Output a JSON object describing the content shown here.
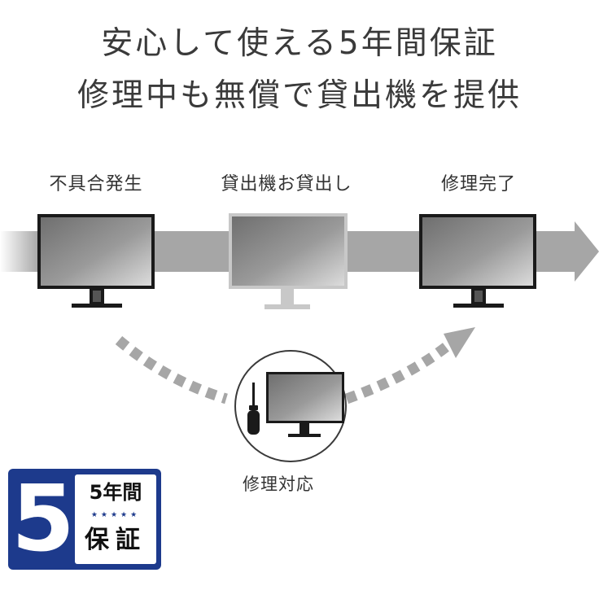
{
  "headline": {
    "line1": "安心して使える5年間保証",
    "line2": "修理中も無償で貸出機を提供"
  },
  "steps": [
    {
      "label": "不具合発生"
    },
    {
      "label": "貸出機お貸出し"
    },
    {
      "label": "修理完了"
    }
  ],
  "repair": {
    "label": "修理対応"
  },
  "badge": {
    "number": "5",
    "line1": "5年間",
    "stars": "★★★★★",
    "line2": "保証"
  },
  "colors": {
    "badge_blue": "#1d3a8c",
    "arrow_gray": "#a6a6a6",
    "text": "#333333"
  },
  "icons": [
    "monitor-icon",
    "screwdriver-icon",
    "dotted-arrow-icon",
    "progress-arrow-icon"
  ]
}
